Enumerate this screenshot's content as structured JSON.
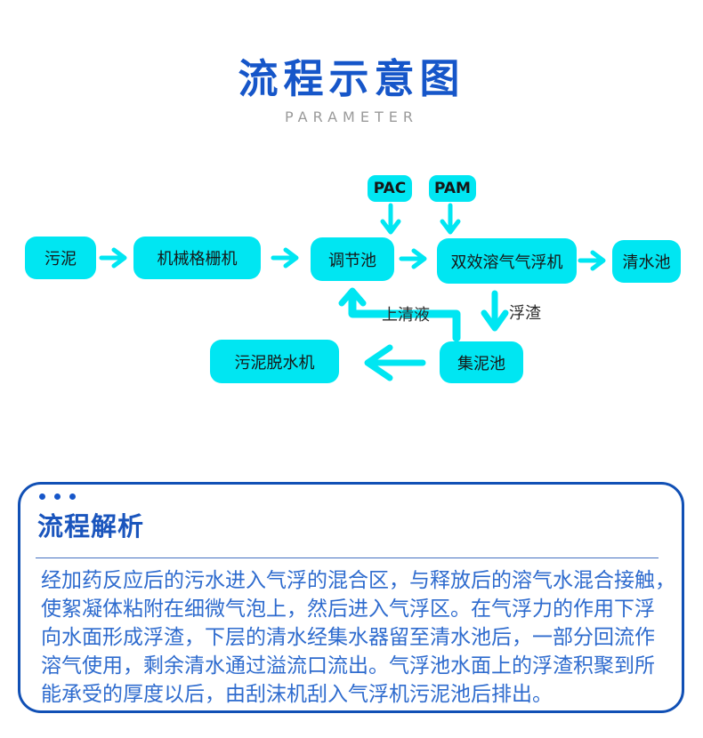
{
  "header": {
    "title": "流程示意图",
    "subtitle": "PARAMETER"
  },
  "flow": {
    "nodes": {
      "pac": "PAC",
      "pam": "PAM",
      "sludge": "污泥",
      "screen": "机械格栅机",
      "regulating": "调节池",
      "daf": "双效溶气气浮机",
      "clearwater": "清水池",
      "dewater": "污泥脱水机",
      "collect": "集泥池"
    },
    "labels": {
      "supernatant": "上清液",
      "scum": "浮渣"
    }
  },
  "analysis": {
    "heading": "流程解析",
    "lines": [
      "经加药反应后的污水进入气浮的混合区，与释放后的溶气水混合接触，",
      "使絮凝体粘附在细微气泡上，然后进入气浮区。在气浮力的作用下浮",
      "向水面形成浮渣，下层的清水经集水器留至清水池后，一部分回流作",
      "溶气使用，剩余清水通过溢流口流出。气浮池水面上的浮渣积聚到所",
      "能承受的厚度以后，由刮沫机刮入气浮机污泥池后排出。"
    ]
  },
  "colors": {
    "accent_cyan": "#00E6F2",
    "title_blue": "#1656C9",
    "heading_blue": "#1A55BD",
    "card_border_blue": "#1150B5",
    "paragraph_blue": "#2E6BCE",
    "subtitle_gray": "#9A9A9A",
    "node_text": "#161616"
  }
}
